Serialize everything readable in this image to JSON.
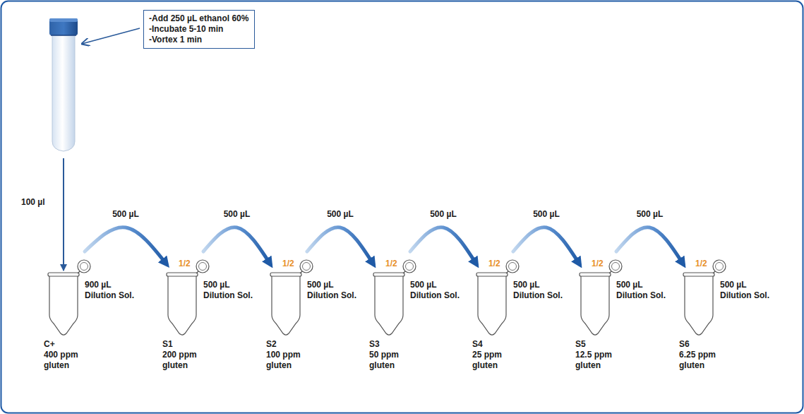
{
  "diagram": {
    "nodes": [
      {
        "text": [
          "-Add 250 µL ethanol 60%",
          "-Incubate 5-10 min",
          "-Vortex 1 min"
        ]
      },
      {
        "text": [
          "900 µL Dilution Sol.",
          "C+ 400 ppm gluten"
        ]
      },
      {
        "text": [
          "1/2",
          "500 µL Dilution Sol.",
          "S1 200 ppm gluten"
        ]
      },
      {
        "text": [
          "1/2",
          "500 µL Dilution Sol.",
          "S2 100 ppm gluten"
        ]
      },
      {
        "text": [
          "1/2",
          "500 µL Dilution Sol.",
          "S3 50 ppm gluten"
        ]
      },
      {
        "text": [
          "1/2",
          "500 µL Dilution Sol.",
          "S4 25 ppm gluten"
        ]
      },
      {
        "text": [
          "1/2",
          "500 µL Dilution Sol.",
          "S5 12.5 ppm gluten"
        ]
      },
      {
        "text": [
          "1/2",
          "500 µL Dilution Sol.",
          "S6 6.25 ppm gluten"
        ]
      }
    ],
    "edges": [
      {
        "from": 1,
        "to": 2,
        "label": "500 µL",
        "arrow": "to"
      },
      {
        "from": 2,
        "to": 3,
        "label": "500 µL",
        "arrow": "to"
      },
      {
        "from": 3,
        "to": 4,
        "label": "500 µL",
        "arrow": "to"
      },
      {
        "from": 4,
        "to": 5,
        "label": "500 µL",
        "arrow": "to"
      },
      {
        "from": 5,
        "to": 6,
        "label": "500 µL",
        "arrow": "to"
      },
      {
        "from": 6,
        "to": 7,
        "label": "500 µL",
        "arrow": "to"
      }
    ],
    "labels": [
      "100 µl"
    ]
  }
}
